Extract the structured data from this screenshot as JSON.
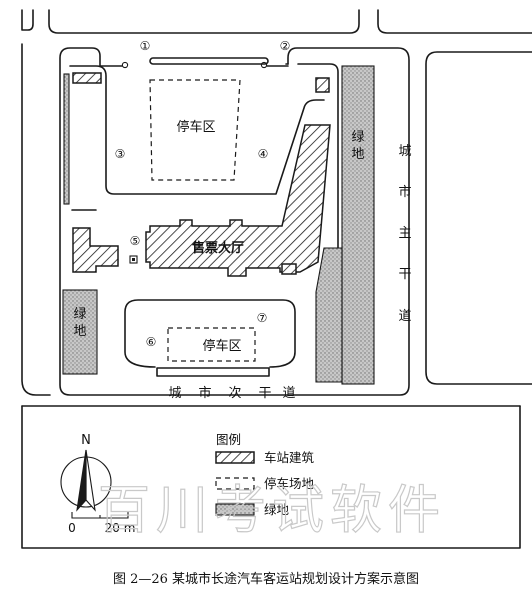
{
  "plan": {
    "zones": {
      "parking_north": "停车区",
      "ticket_hall": "售票大厅",
      "parking_south": "停车区",
      "green_east": "绿地",
      "green_west": "绿地"
    },
    "entrances": [
      "①",
      "②",
      "③",
      "④",
      "⑤",
      "⑥",
      "⑦"
    ],
    "roads": {
      "main_road": [
        "城",
        "市",
        "主",
        "干",
        "道"
      ],
      "secondary_road": [
        "城",
        "市",
        "次",
        "干",
        "道"
      ]
    }
  },
  "legend": {
    "title": "图例",
    "items": [
      {
        "label": "车站建筑",
        "style": "hatched"
      },
      {
        "label": "停车场地",
        "style": "dashed"
      },
      {
        "label": "绿地",
        "style": "dotted"
      }
    ]
  },
  "compass": {
    "north": "N"
  },
  "scale": {
    "zero": "0",
    "length": "20 m"
  },
  "watermark": "百川考试软件",
  "caption": "图 2—26  某城市长途汽车客运站规划设计方案示意图",
  "colors": {
    "ink": "#1a1a1a",
    "green_fill": "#bdbdbd",
    "watermark": "#c9c9c9"
  }
}
